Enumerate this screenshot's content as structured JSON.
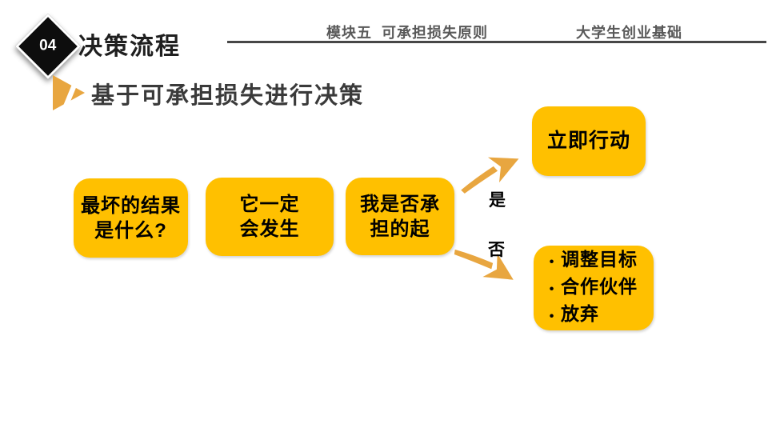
{
  "slide": {
    "badge": {
      "number": "04"
    },
    "title": "决策流程",
    "header": {
      "module": "模块五  可承担损失原则",
      "course": "大学生创业基础"
    },
    "section": {
      "subtitle": "基于可承担损失进行决策"
    },
    "flow": {
      "steps": [
        {
          "line1": "最坏的结果",
          "line2": "是什么?"
        },
        {
          "line1": "它一定",
          "line2": "会发生"
        },
        {
          "line1": "我是否承",
          "line2": "担的起"
        }
      ],
      "branches": {
        "yes": {
          "label": "是",
          "result": "立即行动"
        },
        "no": {
          "label": "否",
          "bullet_char": "•",
          "results": [
            "调整目标",
            "合作伙伴",
            "放弃"
          ]
        }
      }
    },
    "colors": {
      "box_fill": "#FFC000",
      "arrow_fill": "#E8A640",
      "diamond_fill": "#0D0D0D",
      "header_text": "#595959",
      "divider": "#474747",
      "title_text": "#1F1F1F"
    }
  }
}
